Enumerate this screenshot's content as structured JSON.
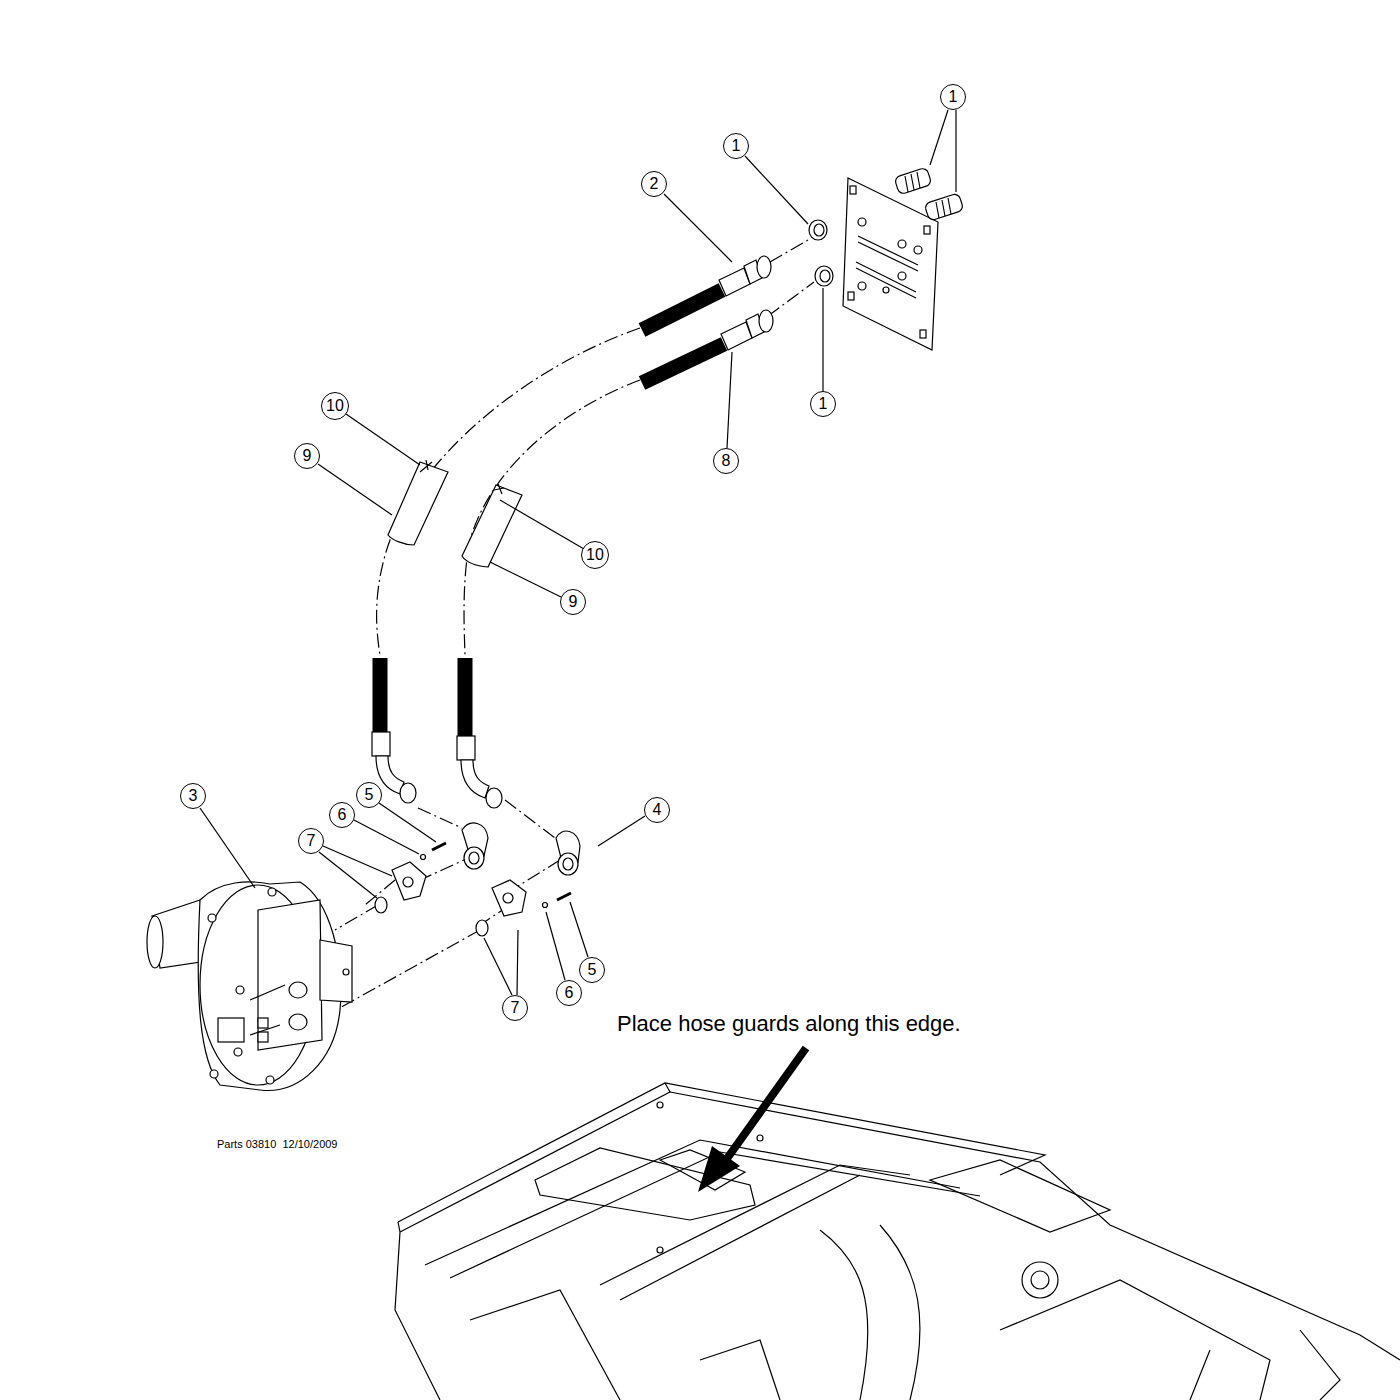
{
  "diagram": {
    "nodes": [
      {
        "text": [
          "1"
        ]
      },
      {
        "text": [
          "1"
        ]
      },
      {
        "text": [
          "2"
        ]
      },
      {
        "text": [
          "1"
        ]
      },
      {
        "text": [
          "10"
        ]
      },
      {
        "text": [
          "9"
        ]
      },
      {
        "text": [
          "8"
        ]
      },
      {
        "text": [
          "10"
        ]
      },
      {
        "text": [
          "9"
        ]
      },
      {
        "text": [
          "5"
        ]
      },
      {
        "text": [
          "3"
        ]
      },
      {
        "text": [
          "4"
        ]
      },
      {
        "text": [
          "6"
        ]
      },
      {
        "text": [
          "7"
        ]
      },
      {
        "text": [
          "5"
        ]
      },
      {
        "text": [
          "6"
        ]
      },
      {
        "text": [
          "7"
        ]
      }
    ],
    "labels": [
      "Place hose guards along this edge.",
      "Parts 03810  12/10/2009"
    ]
  }
}
